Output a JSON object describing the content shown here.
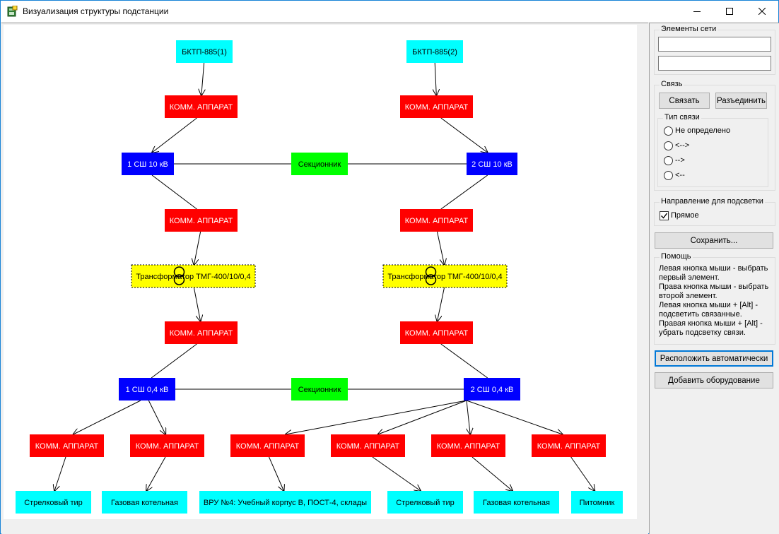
{
  "window": {
    "title": "Визуализация структуры подстанции"
  },
  "colors": {
    "switch": "#ff0000",
    "bus": "#0000ff",
    "section": "#00ff00",
    "source": "#00ffff",
    "load": "#00ffff",
    "transformer": "#ffff00",
    "accent": "#0078d7"
  },
  "diagram": {
    "nodes": [
      {
        "id": "src1",
        "label": "БКТП-885(1)",
        "kind": "source"
      },
      {
        "id": "src2",
        "label": "БКТП-885(2)",
        "kind": "source"
      },
      {
        "id": "sw1",
        "label": "КОММ. АППАРАТ",
        "kind": "switch"
      },
      {
        "id": "sw2",
        "label": "КОММ. АППАРАТ",
        "kind": "switch"
      },
      {
        "id": "bus1_10",
        "label": "1 СШ 10 кВ",
        "kind": "bus"
      },
      {
        "id": "sec10",
        "label": "Секционник",
        "kind": "section"
      },
      {
        "id": "bus2_10",
        "label": "2 СШ 10 кВ",
        "kind": "bus"
      },
      {
        "id": "sw3",
        "label": "КОММ. АППАРАТ",
        "kind": "switch"
      },
      {
        "id": "sw4",
        "label": "КОММ. АППАРАТ",
        "kind": "switch"
      },
      {
        "id": "tr1",
        "label": "Трансформатор ТМГ-400/10/0,4",
        "kind": "transformer"
      },
      {
        "id": "tr2",
        "label": "Трансформатор ТМГ-400/10/0,4",
        "kind": "transformer"
      },
      {
        "id": "sw5",
        "label": "КОММ. АППАРАТ",
        "kind": "switch"
      },
      {
        "id": "sw6",
        "label": "КОММ. АППАРАТ",
        "kind": "switch"
      },
      {
        "id": "bus1_04",
        "label": "1 СШ 0,4 кВ",
        "kind": "bus"
      },
      {
        "id": "sec04",
        "label": "Секционник",
        "kind": "section"
      },
      {
        "id": "bus2_04",
        "label": "2 СШ 0,4 кВ",
        "kind": "bus"
      },
      {
        "id": "sw7",
        "label": "КОММ. АППАРАТ",
        "kind": "switch"
      },
      {
        "id": "sw8",
        "label": "КОММ. АППАРАТ",
        "kind": "switch"
      },
      {
        "id": "sw9",
        "label": "КОММ. АППАРАТ",
        "kind": "switch"
      },
      {
        "id": "sw10",
        "label": "КОММ. АППАРАТ",
        "kind": "switch"
      },
      {
        "id": "sw11",
        "label": "КОММ. АППАРАТ",
        "kind": "switch"
      },
      {
        "id": "sw12",
        "label": "КОММ. АППАРАТ",
        "kind": "switch"
      },
      {
        "id": "ld1",
        "label": "Стрелковый тир",
        "kind": "load"
      },
      {
        "id": "ld2",
        "label": "Газовая котельная",
        "kind": "load"
      },
      {
        "id": "ld3",
        "label": "ВРУ №4: Учебный корпус В, ПОСТ-4, склады",
        "kind": "load"
      },
      {
        "id": "ld4",
        "label": "Стрелковый тир",
        "kind": "load"
      },
      {
        "id": "ld5",
        "label": "Газовая котельная",
        "kind": "load"
      },
      {
        "id": "ld6",
        "label": "Питомник",
        "kind": "load"
      }
    ],
    "edges": [
      {
        "from": "src1",
        "to": "sw1",
        "directed": true
      },
      {
        "from": "src2",
        "to": "sw2",
        "directed": true
      },
      {
        "from": "sw1",
        "to": "bus1_10",
        "directed": true
      },
      {
        "from": "sw2",
        "to": "bus2_10",
        "directed": true
      },
      {
        "from": "bus1_10",
        "to": "sec10",
        "directed": false
      },
      {
        "from": "sec10",
        "to": "bus2_10",
        "directed": false
      },
      {
        "from": "bus1_10",
        "to": "sw3",
        "directed": false
      },
      {
        "from": "bus2_10",
        "to": "sw4",
        "directed": false
      },
      {
        "from": "sw3",
        "to": "tr1",
        "directed": true
      },
      {
        "from": "sw4",
        "to": "tr2",
        "directed": true
      },
      {
        "from": "tr1",
        "to": "sw5",
        "directed": true
      },
      {
        "from": "tr2",
        "to": "sw6",
        "directed": true
      },
      {
        "from": "sw5",
        "to": "bus1_04",
        "directed": false
      },
      {
        "from": "sw6",
        "to": "bus2_04",
        "directed": false
      },
      {
        "from": "bus1_04",
        "to": "sec04",
        "directed": false
      },
      {
        "from": "sec04",
        "to": "bus2_04",
        "directed": false
      },
      {
        "from": "bus1_04",
        "to": "sw7",
        "directed": true
      },
      {
        "from": "bus1_04",
        "to": "sw8",
        "directed": true
      },
      {
        "from": "bus2_04",
        "to": "sw9",
        "directed": true
      },
      {
        "from": "bus2_04",
        "to": "sw10",
        "directed": true
      },
      {
        "from": "bus2_04",
        "to": "sw11",
        "directed": true
      },
      {
        "from": "bus2_04",
        "to": "sw12",
        "directed": true
      },
      {
        "from": "sw7",
        "to": "ld1",
        "directed": true
      },
      {
        "from": "sw8",
        "to": "ld2",
        "directed": true
      },
      {
        "from": "sw9",
        "to": "ld3",
        "directed": true
      },
      {
        "from": "sw10",
        "to": "ld4",
        "directed": true
      },
      {
        "from": "sw11",
        "to": "ld5",
        "directed": true
      },
      {
        "from": "sw12",
        "to": "ld6",
        "directed": true
      }
    ]
  },
  "panel": {
    "elements_group": "Элементы сети",
    "element1_value": "",
    "element2_value": "",
    "link_group": "Связь",
    "link_button": "Связать",
    "unlink_button": "Разъединить",
    "link_type_group": "Тип связи",
    "link_types": [
      "Не определено",
      "<-->",
      "-->",
      "<--"
    ],
    "link_type_selected": null,
    "highlight_group": "Направление для подсветки",
    "highlight_direct_label": "Прямое",
    "highlight_direct_checked": true,
    "save_button": "Сохранить...",
    "help_group": "Помощь",
    "help_lines": [
      "Левая кнопка мыши - выбрать",
      "первый элемент.",
      "Права кнопка мыши - выбрать",
      "второй элемент.",
      "Левая кнопка мыши + [Alt] -",
      "подсветить связанные.",
      "Правая кнопка мыши + [Alt] -",
      "убрать подсветку связи."
    ],
    "auto_layout_button": "Расположить автоматически",
    "add_equipment_button": "Добавить оборудование"
  }
}
